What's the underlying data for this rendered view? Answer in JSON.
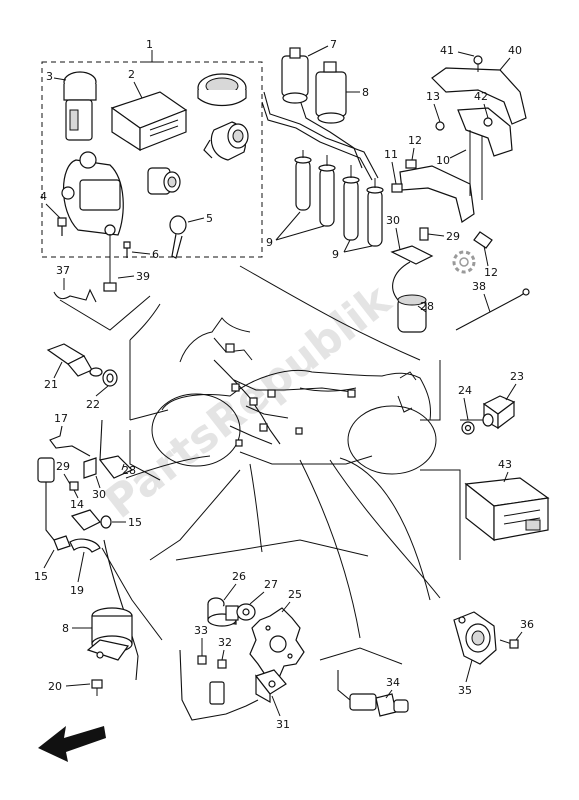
{
  "watermark": "PartsRepublik",
  "labels": {
    "1": "1",
    "2": "2",
    "3": "3",
    "4": "4",
    "5": "5",
    "6": "6",
    "7": "7",
    "8": "8",
    "8b": "8",
    "9": "9",
    "9b": "9",
    "10": "10",
    "11": "11",
    "12": "12",
    "12b": "12",
    "13": "13",
    "14": "14",
    "15": "15",
    "15b": "15",
    "17": "17",
    "19": "19",
    "20": "20",
    "21": "21",
    "22": "22",
    "23": "23",
    "24": "24",
    "25": "25",
    "26": "26",
    "27": "27",
    "28": "28",
    "28b": "28",
    "29": "29",
    "29b": "29",
    "30": "30",
    "30b": "30",
    "31": "31",
    "32": "32",
    "33": "33",
    "34": "34",
    "35": "35",
    "36": "36",
    "37": "37",
    "38": "38",
    "39": "39",
    "40": "40",
    "41": "41",
    "42": "42",
    "43": "43"
  },
  "colors": {
    "line": "#111111",
    "watermark": "#dcdcdc"
  },
  "icons": {
    "front_arrow": "front-direction-arrow-icon"
  }
}
